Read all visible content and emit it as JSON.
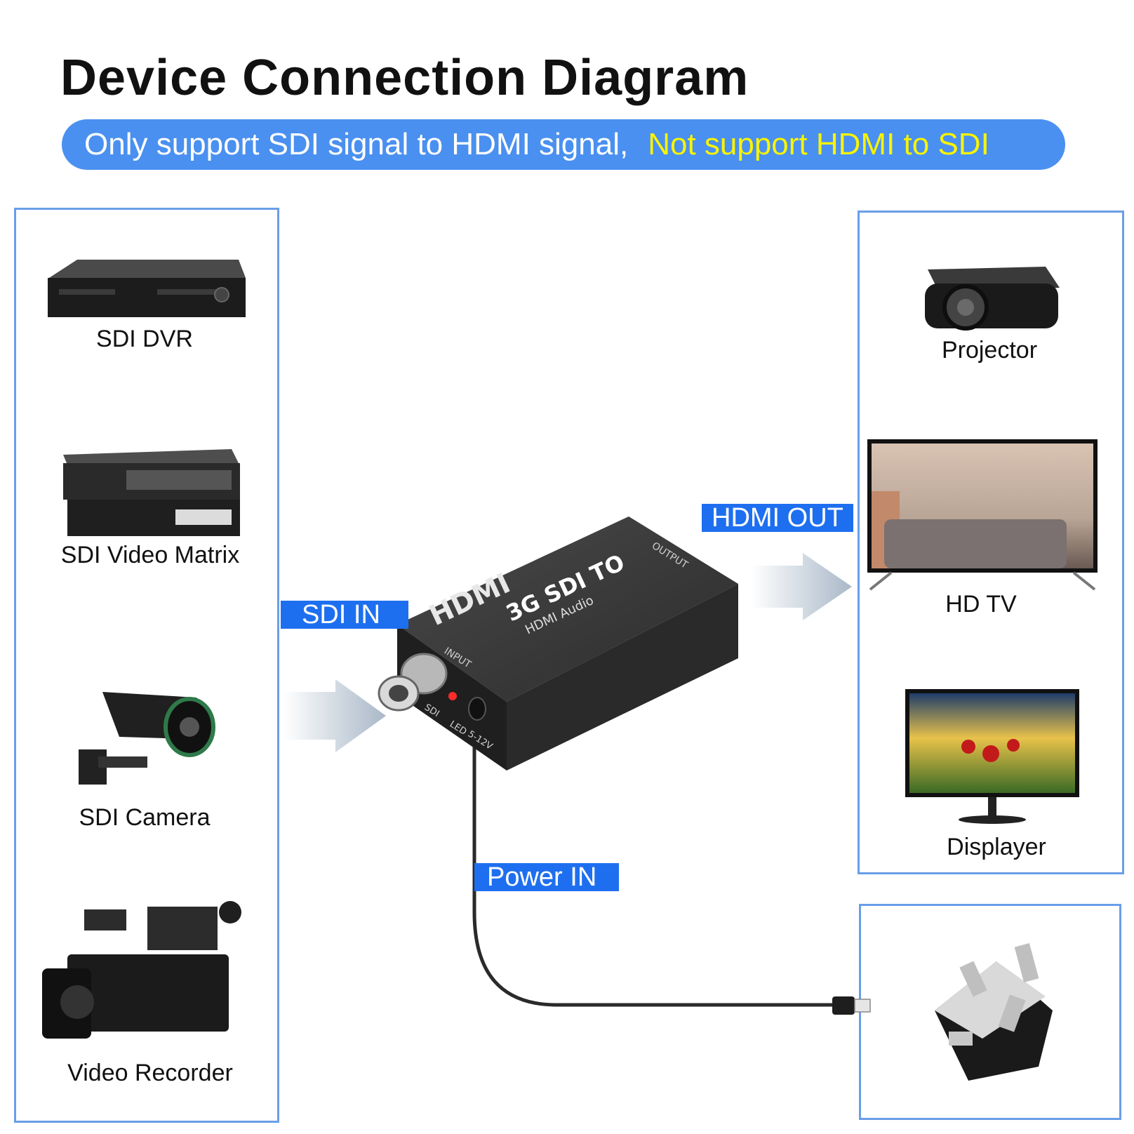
{
  "title": "Device Connection Diagram",
  "banner": {
    "text": "Only support SDI signal to HDMI signal,",
    "highlight": "Not support HDMI to SDI"
  },
  "sources": [
    {
      "label": "SDI DVR",
      "icon": "dvr-icon"
    },
    {
      "label": "SDI Video Matrix",
      "icon": "video-matrix-icon"
    },
    {
      "label": "SDI Camera",
      "icon": "cctv-camera-icon"
    },
    {
      "label": "Video Recorder",
      "icon": "camcorder-icon"
    }
  ],
  "outputs": [
    {
      "label": "Projector",
      "icon": "projector-icon"
    },
    {
      "label": "HD TV",
      "icon": "tv-icon"
    },
    {
      "label": "Displayer",
      "icon": "monitor-icon"
    }
  ],
  "connections": {
    "sdi_in": "SDI IN",
    "hdmi_out": "HDMI OUT",
    "power_in": "Power IN"
  },
  "converter": {
    "logo": "HDMI",
    "model": "3G SDI TO",
    "sub": "HDMI Audio",
    "port_output": "OUTPUT",
    "port_input": "INPUT",
    "port_sdi": "SDI",
    "port_led": "LED",
    "port_power": "5-12V"
  },
  "power_adapter": {
    "icon": "uk-power-adapter-icon"
  },
  "colors": {
    "accent": "#4a90f0",
    "tag": "#1e6ff0",
    "highlight": "#f8f400",
    "panel_border": "#6a9ee8"
  }
}
